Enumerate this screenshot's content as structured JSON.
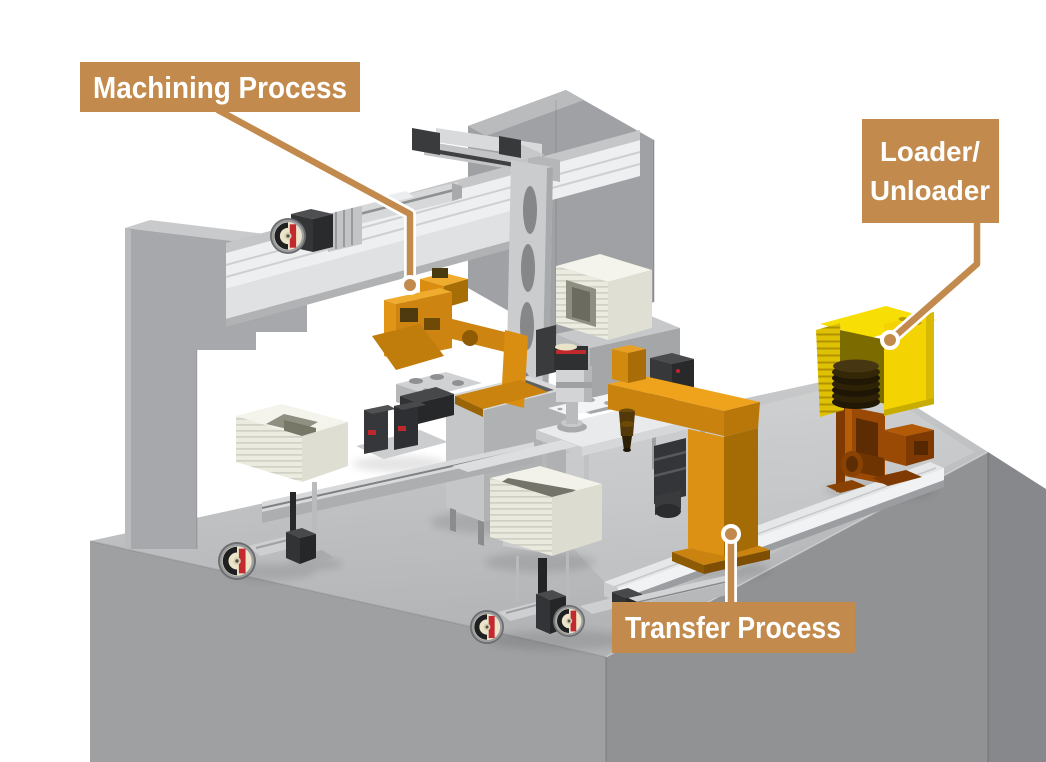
{
  "labels": {
    "machining": {
      "text": "Machining Process"
    },
    "loader": {
      "line1": "Loader/",
      "line2": "Unloader"
    },
    "transfer": {
      "text": "Transfer Process"
    }
  },
  "colors": {
    "background": "#FFFFFF",
    "label_background": "#C28A4C",
    "label_text": "#FFFFFF",
    "connector": "#C28A4C",
    "connector_outline": "#FFFFFF",
    "machine_orange": "#D98E12",
    "machine_orange_dark": "#A56B05",
    "loader_yellow": "#F2D303",
    "loader_stand_rust": "#9A4A04",
    "structure_gray": "#A6A8AB",
    "beam_gray": "#EEEFF0",
    "base_gray": "#C2C3C5",
    "cream_stack": "#ECECE1",
    "motor_dark": "#323335",
    "motor_face_red": "#C32A2F"
  }
}
